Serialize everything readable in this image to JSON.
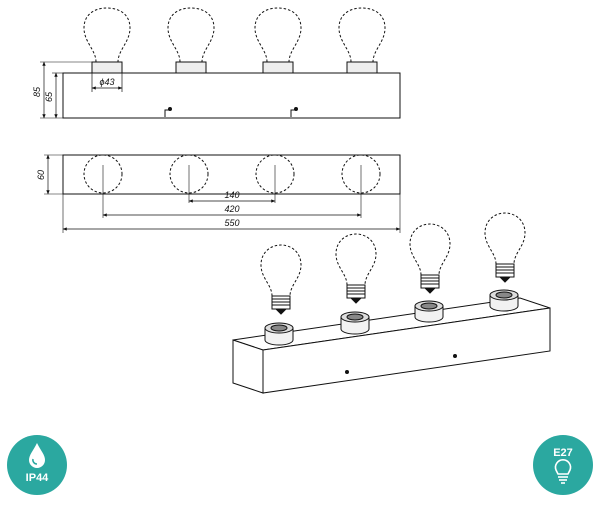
{
  "side_view": {
    "dim_total_height": "85",
    "dim_body_height": "65",
    "dim_socket_diameter": "ϕ43"
  },
  "top_view": {
    "dim_depth": "60",
    "dim_spacing_1": "140",
    "dim_spacing_2": "420",
    "dim_length": "550"
  },
  "badges": {
    "ip_rating": {
      "label": "IP44",
      "icon": "water-drop-icon",
      "color": "#2ba8a0"
    },
    "socket_type": {
      "label": "E27",
      "icon": "bulb-icon",
      "color": "#2ba8a0"
    }
  }
}
